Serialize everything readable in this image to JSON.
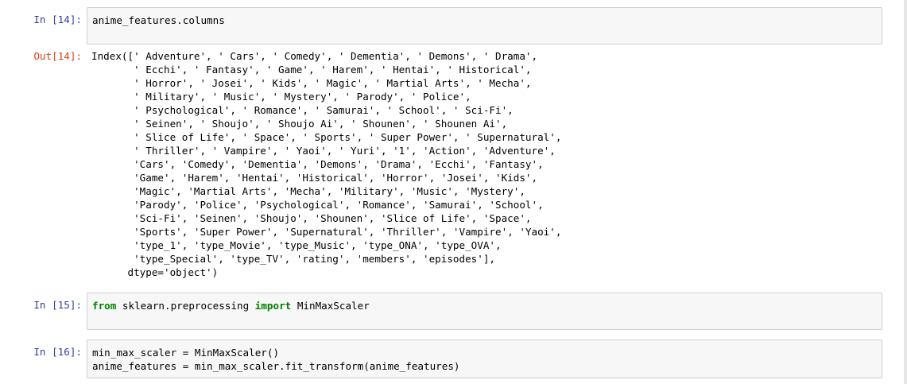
{
  "cells": {
    "c14_in": {
      "prompt": "In [14]:",
      "lines": [
        "anime_features.columns"
      ]
    },
    "c14_out": {
      "prompt": "Out[14]:",
      "lines": [
        "Index([' Adventure', ' Cars', ' Comedy', ' Dementia', ' Demons', ' Drama',",
        "       ' Ecchi', ' Fantasy', ' Game', ' Harem', ' Hentai', ' Historical',",
        "       ' Horror', ' Josei', ' Kids', ' Magic', ' Martial Arts', ' Mecha',",
        "       ' Military', ' Music', ' Mystery', ' Parody', ' Police',",
        "       ' Psychological', ' Romance', ' Samurai', ' School', ' Sci-Fi',",
        "       ' Seinen', ' Shoujo', ' Shoujo Ai', ' Shounen', ' Shounen Ai',",
        "       ' Slice of Life', ' Space', ' Sports', ' Super Power', ' Supernatural',",
        "       ' Thriller', ' Vampire', ' Yaoi', ' Yuri', '1', 'Action', 'Adventure',",
        "       'Cars', 'Comedy', 'Dementia', 'Demons', 'Drama', 'Ecchi', 'Fantasy',",
        "       'Game', 'Harem', 'Hentai', 'Historical', 'Horror', 'Josei', 'Kids',",
        "       'Magic', 'Martial Arts', 'Mecha', 'Military', 'Music', 'Mystery',",
        "       'Parody', 'Police', 'Psychological', 'Romance', 'Samurai', 'School',",
        "       'Sci-Fi', 'Seinen', 'Shoujo', 'Shounen', 'Slice of Life', 'Space',",
        "       'Sports', 'Super Power', 'Supernatural', 'Thriller', 'Vampire', 'Yaoi',",
        "       'type_1', 'type_Movie', 'type_Music', 'type_ONA', 'type_OVA',",
        "       'type_Special', 'type_TV', 'rating', 'members', 'episodes'],",
        "      dtype='object')"
      ]
    },
    "c15_in": {
      "prompt": "In [15]:",
      "kw1": "from",
      "mid": " sklearn.preprocessing ",
      "kw2": "import",
      "tail": " MinMaxScaler"
    },
    "c16_in": {
      "prompt": "In [16]:",
      "lines": [
        "min_max_scaler = MinMaxScaler()",
        "anime_features = min_max_scaler.fit_transform(anime_features)"
      ]
    }
  }
}
